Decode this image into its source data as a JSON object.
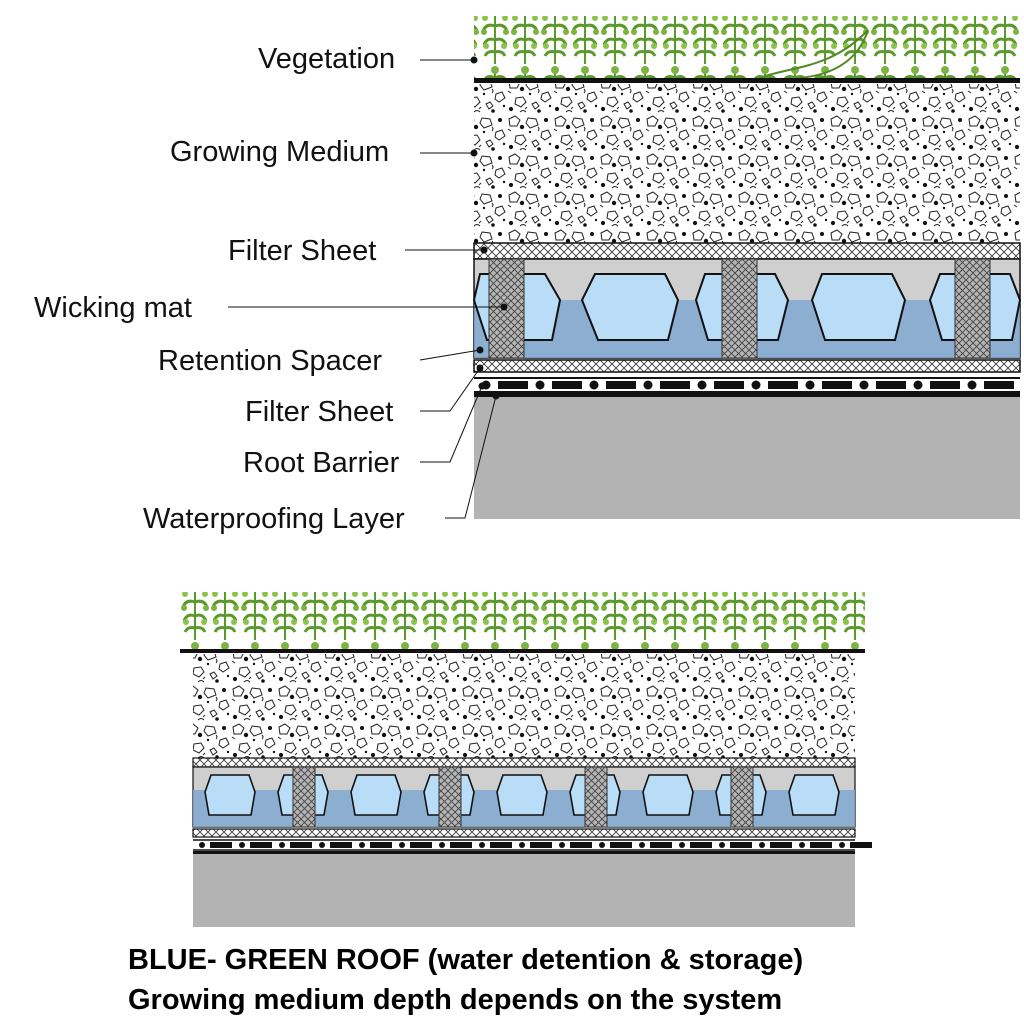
{
  "labels": {
    "vegetation": "Vegetation",
    "growing_medium": "Growing Medium",
    "filter_sheet_top": "Filter Sheet",
    "wicking_mat": "Wicking mat",
    "retention_spacer": "Retention Spacer",
    "filter_sheet_bottom": "Filter Sheet",
    "root_barrier": "Root Barrier",
    "waterproofing_layer": "Waterproofing Layer"
  },
  "caption": {
    "line1": "BLUE- GREEN ROOF (water detention & storage)",
    "line2": "Growing medium depth depends on the system"
  },
  "colors": {
    "vegetation": "#7cb342",
    "vegetation_dark": "#4f8a23",
    "water_light": "#b9dcf7",
    "water_dark": "#7fa8d1",
    "spacer_gray": "#cfcfcf",
    "concrete": "#b3b3b3",
    "line": "#111111"
  }
}
